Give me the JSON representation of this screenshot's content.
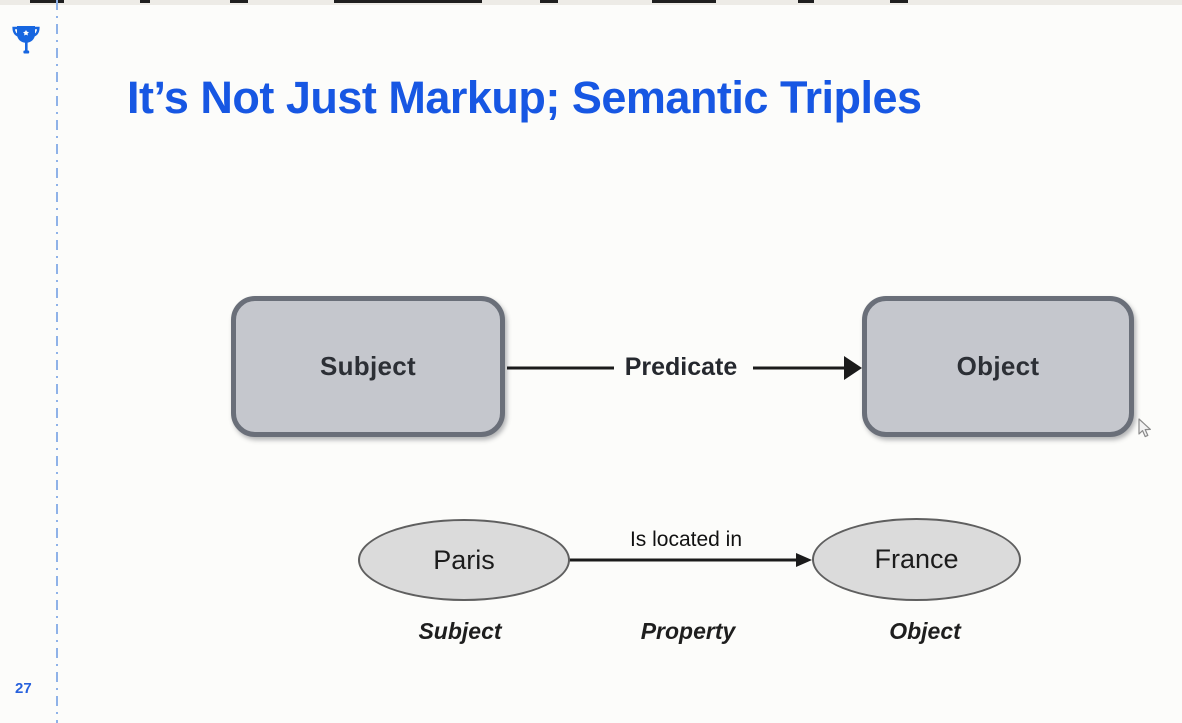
{
  "slide": {
    "title": "It’s Not Just Markup; Semantic Triples",
    "page_number": "27"
  },
  "triple_diagram": {
    "subject_label": "Subject",
    "predicate_label": "Predicate",
    "object_label": "Object"
  },
  "example_diagram": {
    "subject_node": "Paris",
    "relation_label": "Is located in",
    "object_node": "France",
    "role_labels": [
      "Subject",
      "Property",
      "Object"
    ]
  },
  "icons": {
    "trophy": "trophy-icon",
    "cursor": "mouse-cursor-icon"
  },
  "colors": {
    "title_blue": "#1757e3",
    "page_number_blue": "#2761dd",
    "trophy_blue": "#1766e0",
    "guide_line_blue": "#8fb2e8",
    "box_fill": "#c5c7cd",
    "box_border": "#6a6f79",
    "box_text": "#2c2f35",
    "ellipse_fill": "#dbdbdb",
    "ellipse_border": "#5f5f5f",
    "arrow_black": "#1b1b1b"
  }
}
